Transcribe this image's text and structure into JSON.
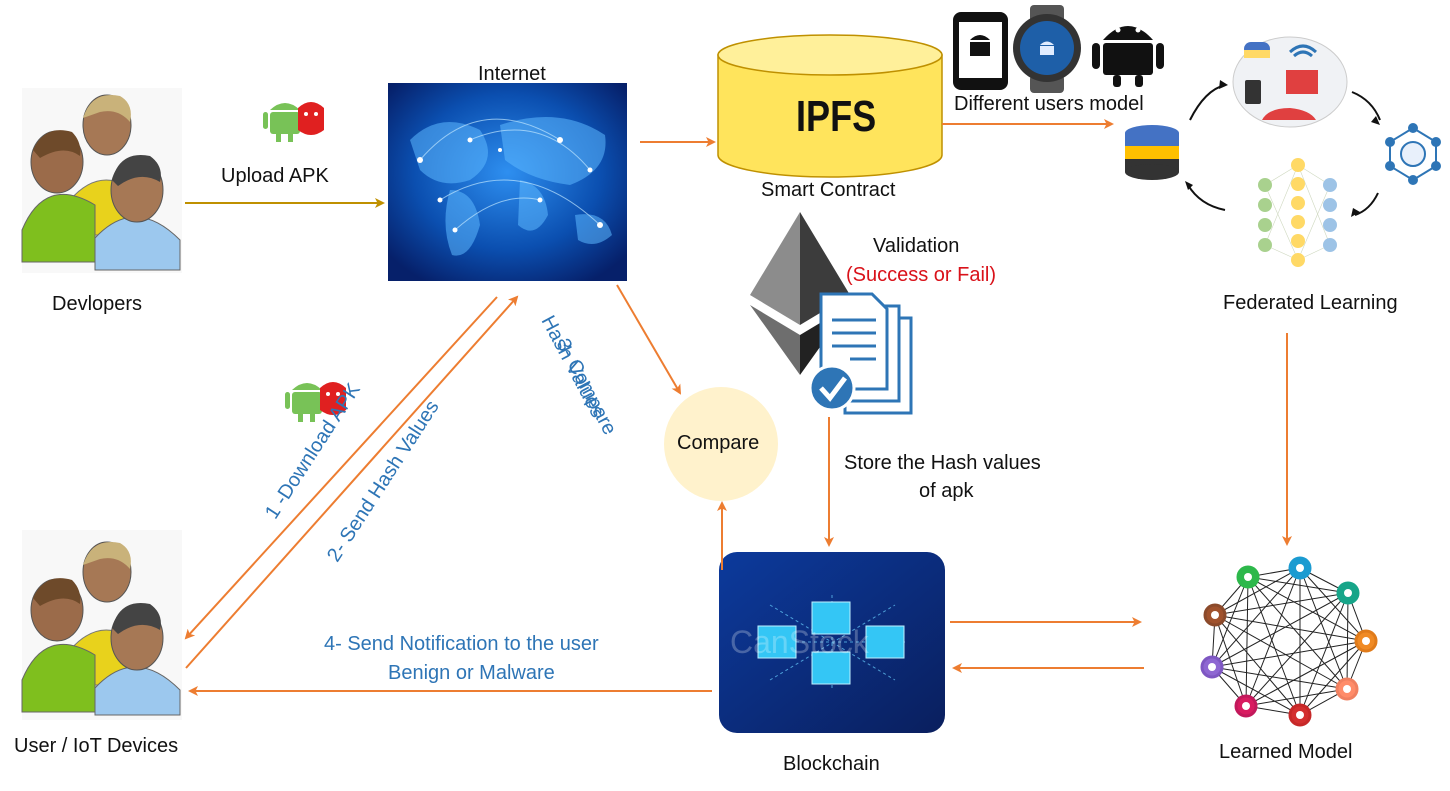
{
  "nodes": {
    "developers": {
      "label": "Devlopers"
    },
    "internet": {
      "label": "Internet"
    },
    "ipfs": {
      "label": "IPFS",
      "caption": "Smart Contract"
    },
    "users_model": {
      "label": "Different users model"
    },
    "federated": {
      "label": "Federated Learning"
    },
    "validation": {
      "label": "Validation",
      "status": "(Success or Fail)"
    },
    "compare": {
      "label": "Compare"
    },
    "store": {
      "line1": "Store the Hash values",
      "line2": "of apk"
    },
    "blockchain": {
      "label": "Blockchain"
    },
    "learned": {
      "label": "Learned Model"
    },
    "users": {
      "label": "User / IoT Devices"
    }
  },
  "edges": {
    "upload": "Upload APK",
    "download": "1 -Download APK",
    "send_hash": "2- Send Hash Values",
    "compare_hash_1": "3- Compare",
    "compare_hash_2": "Hash Values",
    "notify_1": "4- Send Notification to the  user",
    "notify_2": "Benign or Malware"
  },
  "watermark": "CanStock",
  "colors": {
    "arrow_orange": "#ed7d31",
    "arrow_gold": "#bf9000",
    "text_blue": "#2e75b6",
    "text_red": "#d9121a",
    "ipfs_yellow": "#ffe45c",
    "compare_fill": "#fff2cc"
  }
}
